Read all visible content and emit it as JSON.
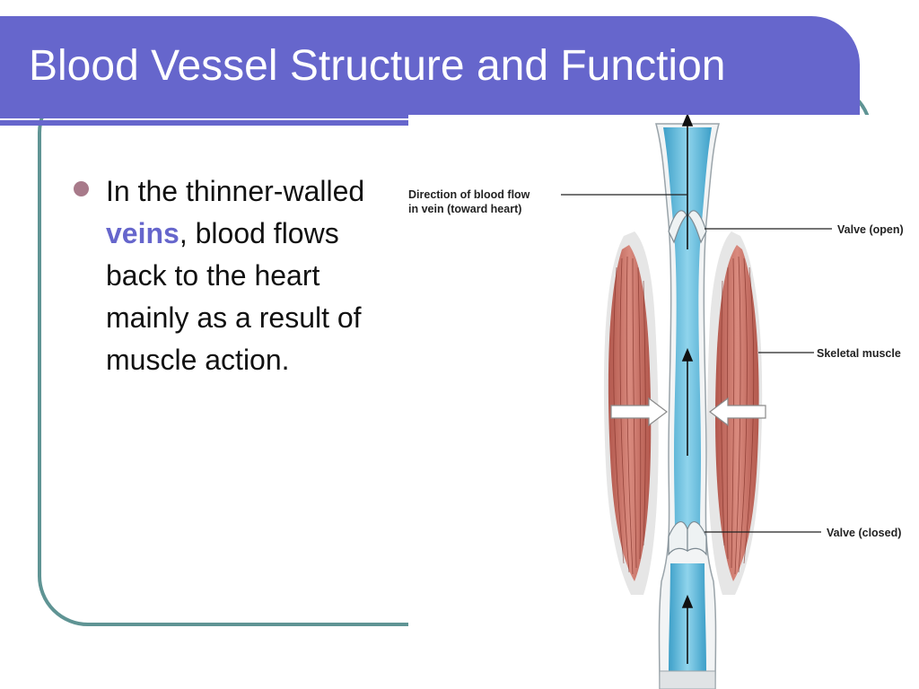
{
  "slide": {
    "title": "Blood Vessel Structure and Function",
    "bullet": {
      "pre": "In the thinner-walled ",
      "emphasis": "veins",
      "post": ", blood flows back to the heart mainly as a result of muscle action."
    }
  },
  "diagram": {
    "labels": {
      "direction_line1": "Direction of blood flow",
      "direction_line2": "in vein (toward heart)",
      "valve_open": "Valve (open)",
      "skeletal_muscle": "Skeletal muscle",
      "valve_closed": "Valve (closed)"
    }
  },
  "colors": {
    "title_bar": "#6666cc",
    "frame": "#5f9494",
    "emphasis": "#6666cc",
    "bullet": "#a87a8a",
    "blood": "#5bb8d8",
    "muscle": "#c0655a"
  }
}
